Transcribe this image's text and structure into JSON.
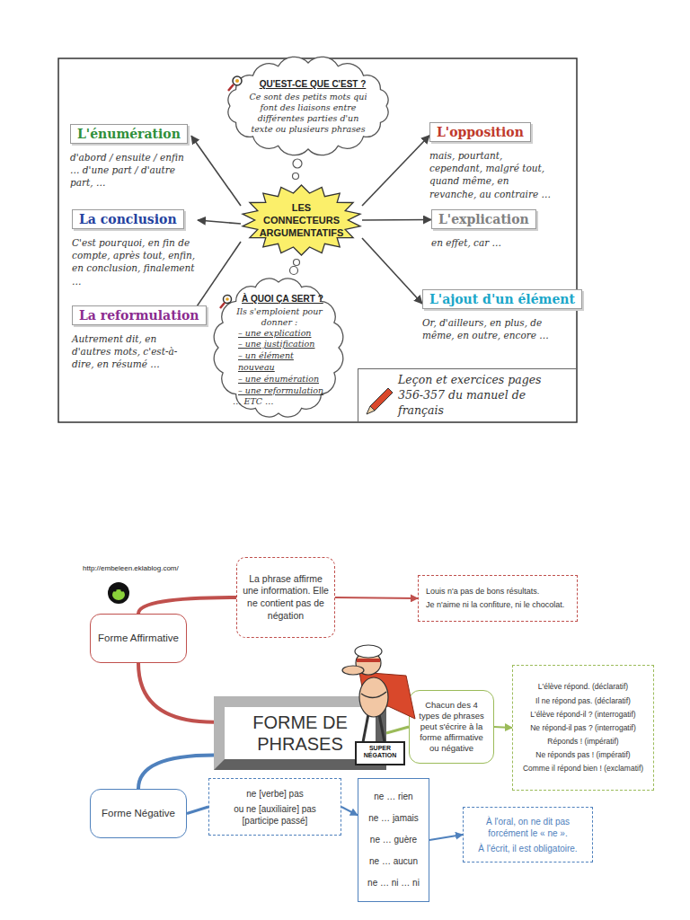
{
  "diagram": {
    "nodes": [
      {
        "text": [
          "QU'EST-CE QUE C'EST ?",
          "Ce sont des petits mots qui font des liaisons entre différentes parties d'un texte ou plusieurs phrases"
        ]
      },
      {
        "text": [
          "L'énumération",
          "d'abord / ensuite / enfin … d'une part / d'autre part, …"
        ]
      },
      {
        "text": [
          "L'opposition",
          "mais, pourtant, cependant, malgré tout, quand même, en revanche, au contraire …"
        ]
      },
      {
        "text": [
          "La conclusion",
          "C'est pourquoi, en fin de compte, après tout, enfin, en conclusion, finalement …"
        ]
      },
      {
        "text": [
          "LES CONNECTEURS ARGUMENTATIFS"
        ]
      },
      {
        "text": [
          "L'explication",
          "en effet, car …"
        ]
      },
      {
        "text": [
          "L'ajout d'un élément",
          "Or, d'ailleurs, en plus, de même, en outre, encore …"
        ]
      },
      {
        "text": [
          "À QUOI ÇA SERT ?",
          "Ils s'emploient pour donner :",
          "– une explication",
          "– une justification",
          "– un élément nouveau",
          "– une énumération",
          "– une reformulation",
          "… ETC …"
        ]
      },
      {
        "text": [
          "La reformulation",
          "Autrement dit, en d'autres mots, c'est-à-dire, en résumé …"
        ]
      },
      {
        "text": [
          "Leçon et exercices pages 356-357 du manuel de français"
        ]
      },
      {
        "text": [
          "Forme Affirmative"
        ]
      },
      {
        "text": [
          "La phrase affirme une information. Elle ne contient pas de négation"
        ]
      },
      {
        "text": [
          "Louis n'a pas de bons résultats.",
          "Je n'aime ni la confiture, ni le chocolat."
        ]
      },
      {
        "text": [
          "FORME DE PHRASES"
        ]
      },
      {
        "text": [
          "Chacun des 4 types de phrases peut s'écrire à la forme affirmative ou négative"
        ]
      },
      {
        "text": [
          "L'élève répond. (déclaratif)",
          "Il ne répond pas. (déclaratif)",
          "L'élève répond-il ? (interrogatif)",
          "Ne répond-il pas ? (interrogatif)",
          "Réponds ! (impératif)",
          "Ne réponds pas ! (impératif)",
          "Comme il répond bien ! (exclamatif)"
        ]
      },
      {
        "text": [
          "Forme Négative"
        ]
      },
      {
        "text": [
          "ne [verbe] pas",
          "ou ne [auxiliaire] pas [participe passé]"
        ]
      },
      {
        "text": [
          "ne … rien",
          "ne … jamais",
          "ne … guère",
          "ne … aucun",
          "ne … ni … ni"
        ]
      },
      {
        "text": [
          "À l'oral, on ne dit pas forcément le « ne ».",
          "À l'écrit, il est obligatoire."
        ]
      }
    ],
    "edges": [
      {
        "from": 4,
        "to": 1,
        "arrow": "to"
      },
      {
        "from": 4,
        "to": 2,
        "arrow": "to"
      },
      {
        "from": 4,
        "to": 3,
        "arrow": "to"
      },
      {
        "from": 4,
        "to": 5,
        "arrow": "to"
      },
      {
        "from": 4,
        "to": 6,
        "arrow": "to"
      },
      {
        "from": 4,
        "to": 8,
        "arrow": "to"
      },
      {
        "from": 13,
        "to": 10,
        "arrow": "none"
      },
      {
        "from": 10,
        "to": 11,
        "arrow": "none"
      },
      {
        "from": 11,
        "to": 12,
        "arrow": "to"
      },
      {
        "from": 13,
        "to": 14,
        "arrow": "none"
      },
      {
        "from": 14,
        "to": 15,
        "arrow": "to"
      },
      {
        "from": 13,
        "to": 16,
        "arrow": "none"
      },
      {
        "from": 16,
        "to": 17,
        "arrow": "none"
      },
      {
        "from": 17,
        "to": 18,
        "arrow": "to"
      },
      {
        "from": 18,
        "to": 19,
        "arrow": "to"
      }
    ],
    "labels": [
      "http://embeleen.eklablog.com/",
      "SUPER NÉGATION"
    ]
  }
}
